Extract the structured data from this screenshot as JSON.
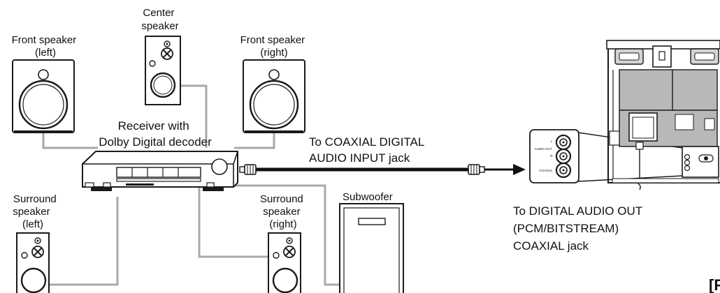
{
  "labels": {
    "front_left": [
      "Front speaker",
      "(left)"
    ],
    "center": [
      "Center",
      "speaker"
    ],
    "front_right": [
      "Front speaker",
      "(right)"
    ],
    "receiver": [
      "Receiver with",
      "Dolby Digital decoder"
    ],
    "coax_input": [
      "To COAXIAL DIGITAL",
      "AUDIO INPUT jack"
    ],
    "surround_left": [
      "Surround",
      "speaker",
      "(left)"
    ],
    "surround_right": [
      "Surround",
      "speaker",
      "(right)"
    ],
    "subwoofer": "Subwoofer",
    "digital_out": [
      "To DIGITAL AUDIO OUT",
      "(PCM/BITSTREAM)",
      "COAXIAL jack"
    ],
    "corner_mark": "[F"
  },
  "jack_panel": {
    "l_label": "L",
    "audio_out_label": "AUDIO OUT",
    "r_label": "R",
    "coaxial_label": "COAXIAL"
  },
  "colors": {
    "speaker_wire": "#a8a8a8",
    "coax_cable": "#111111",
    "outline": "#1a1a1a",
    "device_shade": "#b8b8b8"
  }
}
